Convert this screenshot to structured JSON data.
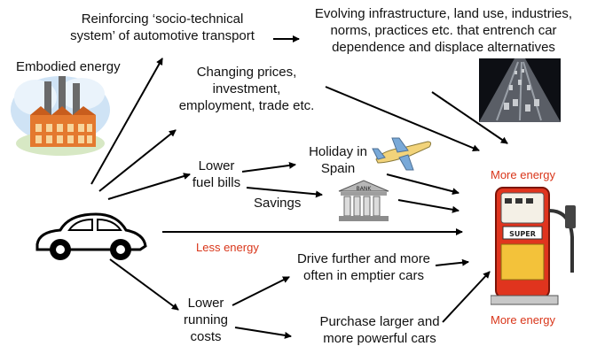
{
  "labels": {
    "reinforcing": [
      "Reinforcing ‘socio-technical",
      "system’ of automotive transport"
    ],
    "evolving": [
      "Evolving infrastructure, land use, industries,",
      "norms, practices etc. that entrench car",
      "dependence and displace alternatives"
    ],
    "embodied": "Embodied energy",
    "prices": [
      "Changing prices,",
      "investment,",
      "employment, trade etc."
    ],
    "lower_fuel": [
      "Lower",
      "fuel bills"
    ],
    "holiday": [
      "Holiday in",
      "Spain"
    ],
    "savings": "Savings",
    "less_energy": "Less energy",
    "more_energy_top": "More energy",
    "more_energy_bottom": "More energy",
    "drive_further": [
      "Drive further and more",
      "often in emptier cars"
    ],
    "lower_running": [
      "Lower",
      "running",
      "costs"
    ],
    "purchase": [
      "Purchase larger and",
      "more powerful cars"
    ]
  },
  "pictures": {
    "bank_sign": "BANK",
    "pump_sign": "SUPER"
  },
  "colors": {
    "text": "#111111",
    "red_text": "#d9361a",
    "arrow": "#000000"
  }
}
